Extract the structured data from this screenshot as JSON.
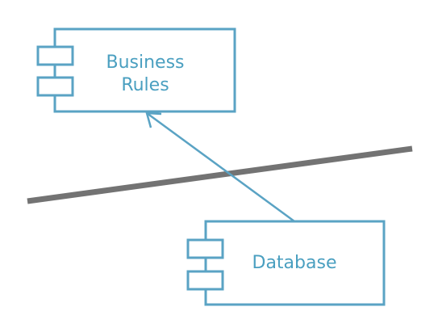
{
  "diagram": {
    "components": [
      {
        "id": "business-rules",
        "label_lines": [
          "Business",
          "Rules"
        ]
      },
      {
        "id": "database",
        "label_lines": [
          "Database"
        ]
      }
    ],
    "dependency": {
      "from": "database",
      "to": "business-rules",
      "style": "open-arrow"
    },
    "boundary_line": {
      "color": "#737373"
    },
    "colors": {
      "component_stroke": "#5aa3c4",
      "component_text": "#4a9fc0",
      "arrow": "#5aa3c4",
      "boundary": "#737373"
    }
  }
}
